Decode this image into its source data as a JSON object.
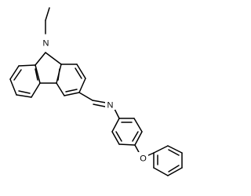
{
  "diagram": {
    "kind": "chemical-structure",
    "colors": {
      "bond": "#000000",
      "background": "#ffffff"
    },
    "atom_labels": {
      "carbazole_nitrogen": "N",
      "imine_nitrogen": "N",
      "ether_oxygen": "O"
    }
  }
}
